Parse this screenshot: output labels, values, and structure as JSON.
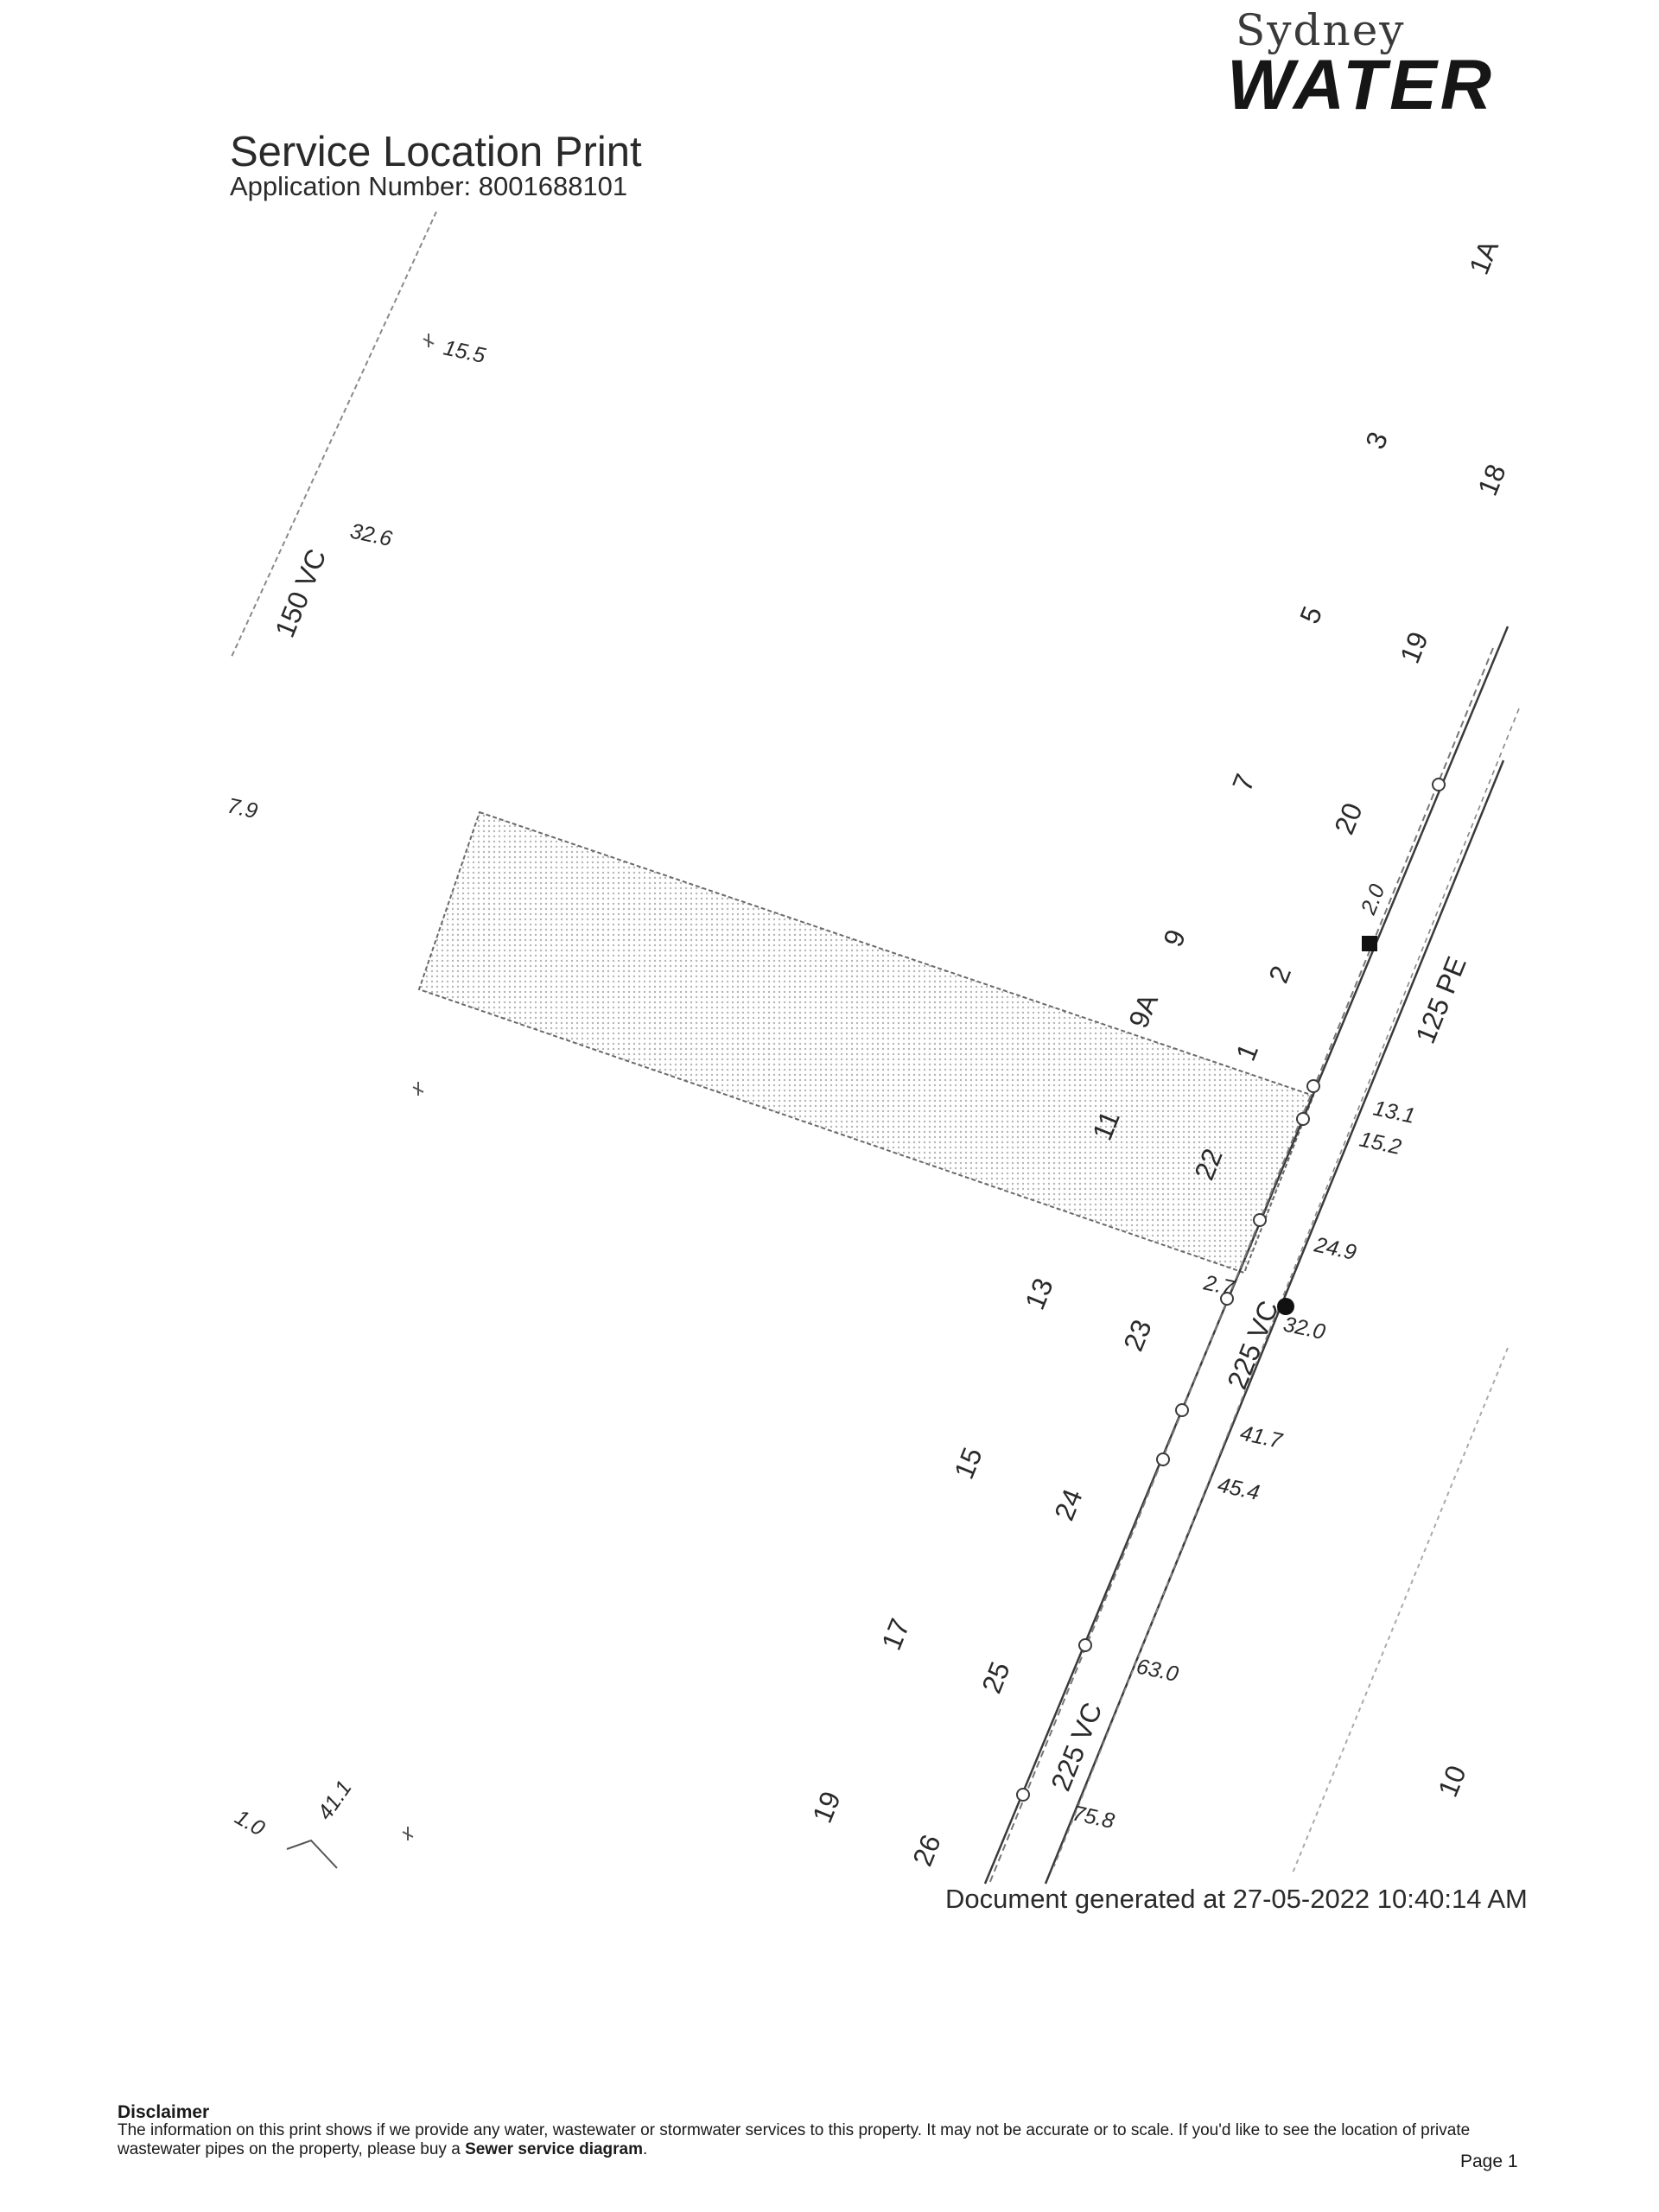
{
  "logo": {
    "line1": "Sydney",
    "line2": "WATER"
  },
  "header": {
    "title": "Service Location Print",
    "application_number": "Application Number: 8001688101"
  },
  "map": {
    "pipe_labels": {
      "vc150": "150 VC",
      "vc225_a": "225 VC",
      "vc225_b": "225 VC",
      "pe125": "125 PE"
    },
    "distances": {
      "d15_5": "15.5",
      "d32_6": "32.6",
      "d7_9": "7.9",
      "d2_0": "2.0",
      "d13_1": "13.1",
      "d15_2": "15.2",
      "d24_9": "24.9",
      "d2_7": "2.7",
      "d32_0": "32.0",
      "d41_7": "41.7",
      "d45_4": "45.4",
      "d63_0": "63.0",
      "d75_8": "75.8",
      "d1_0": "1.0",
      "d41_1": "41.1"
    },
    "lots": {
      "l1A": "1A",
      "l3": "3",
      "l18": "18",
      "l5": "5",
      "l19": "19",
      "l7": "7",
      "l20": "20",
      "l9": "9",
      "l2": "2",
      "l9A": "9A",
      "l1": "1",
      "l11": "11",
      "l22": "22",
      "l13": "13",
      "l23": "23",
      "l15": "15",
      "l24": "24",
      "l17": "17",
      "l25": "25",
      "l19b": "19",
      "l26": "26",
      "l10": "10"
    }
  },
  "generated": "Document generated at 27-05-2022 10:40:14 AM",
  "disclaimer": {
    "title": "Disclaimer",
    "body": "The information on this print shows if we provide any water, wastewater or stormwater services to this property. It may not be accurate or to scale. If you'd like to see the location of private wastewater pipes on the property, please buy a",
    "link_text": "Sewer service diagram",
    "end": "."
  },
  "page_label": "Page 1"
}
